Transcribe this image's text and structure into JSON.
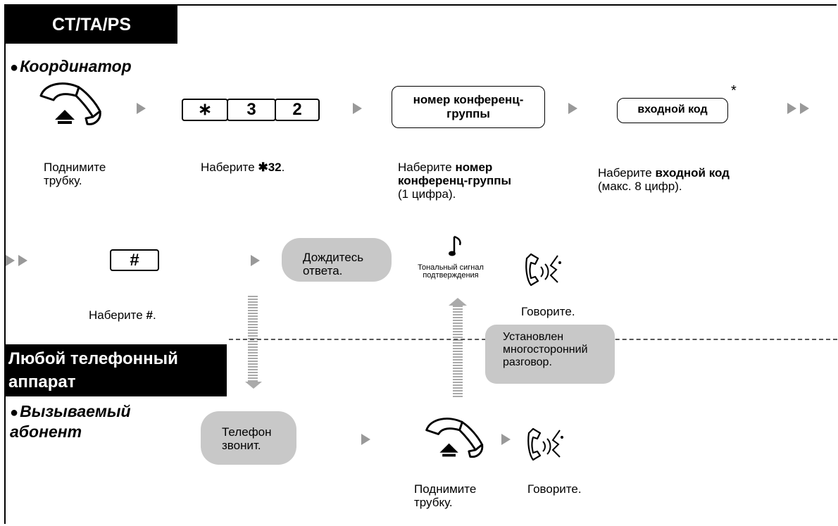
{
  "headers": {
    "top": "CT/TA/PS",
    "any": "Любой телефонный аппарат"
  },
  "roles": {
    "coordinator": "Координатор",
    "called": "Вызываемый абонент"
  },
  "keys": {
    "star": "∗",
    "three": "3",
    "two": "2",
    "hash": "#"
  },
  "boxes": {
    "conf_group": "номер конференц-группы",
    "entry_code": "входной код",
    "asterisk": "*"
  },
  "steps": {
    "pickup_1": "Поднимите трубку.",
    "dial_32_pre": "Наберите ",
    "dial_32_bold": "✱32",
    "dial_32_post": ".",
    "conf_pre": "Наберите ",
    "conf_bold": "номер конференц-группы",
    "conf_post": "(1 цифра).",
    "code_pre": "Наберите ",
    "code_bold": "входной код",
    "code_post": "(макс. 8 цифр).",
    "hash_pre": "Наберите ",
    "hash_bold": "#",
    "hash_post": ".",
    "wait": "Дождитесь ответа.",
    "tone": "Тональный сигнал подтверждения",
    "talk_1": "Говорите.",
    "established": "Установлен многосторонний разговор.",
    "rings": "Телефон звонит.",
    "pickup_2": "Поднимите трубку.",
    "talk_2": "Говорите."
  },
  "colors": {
    "header_bg": "#000000",
    "pill_bg": "#c8c8c8",
    "arrow": "#999999"
  }
}
